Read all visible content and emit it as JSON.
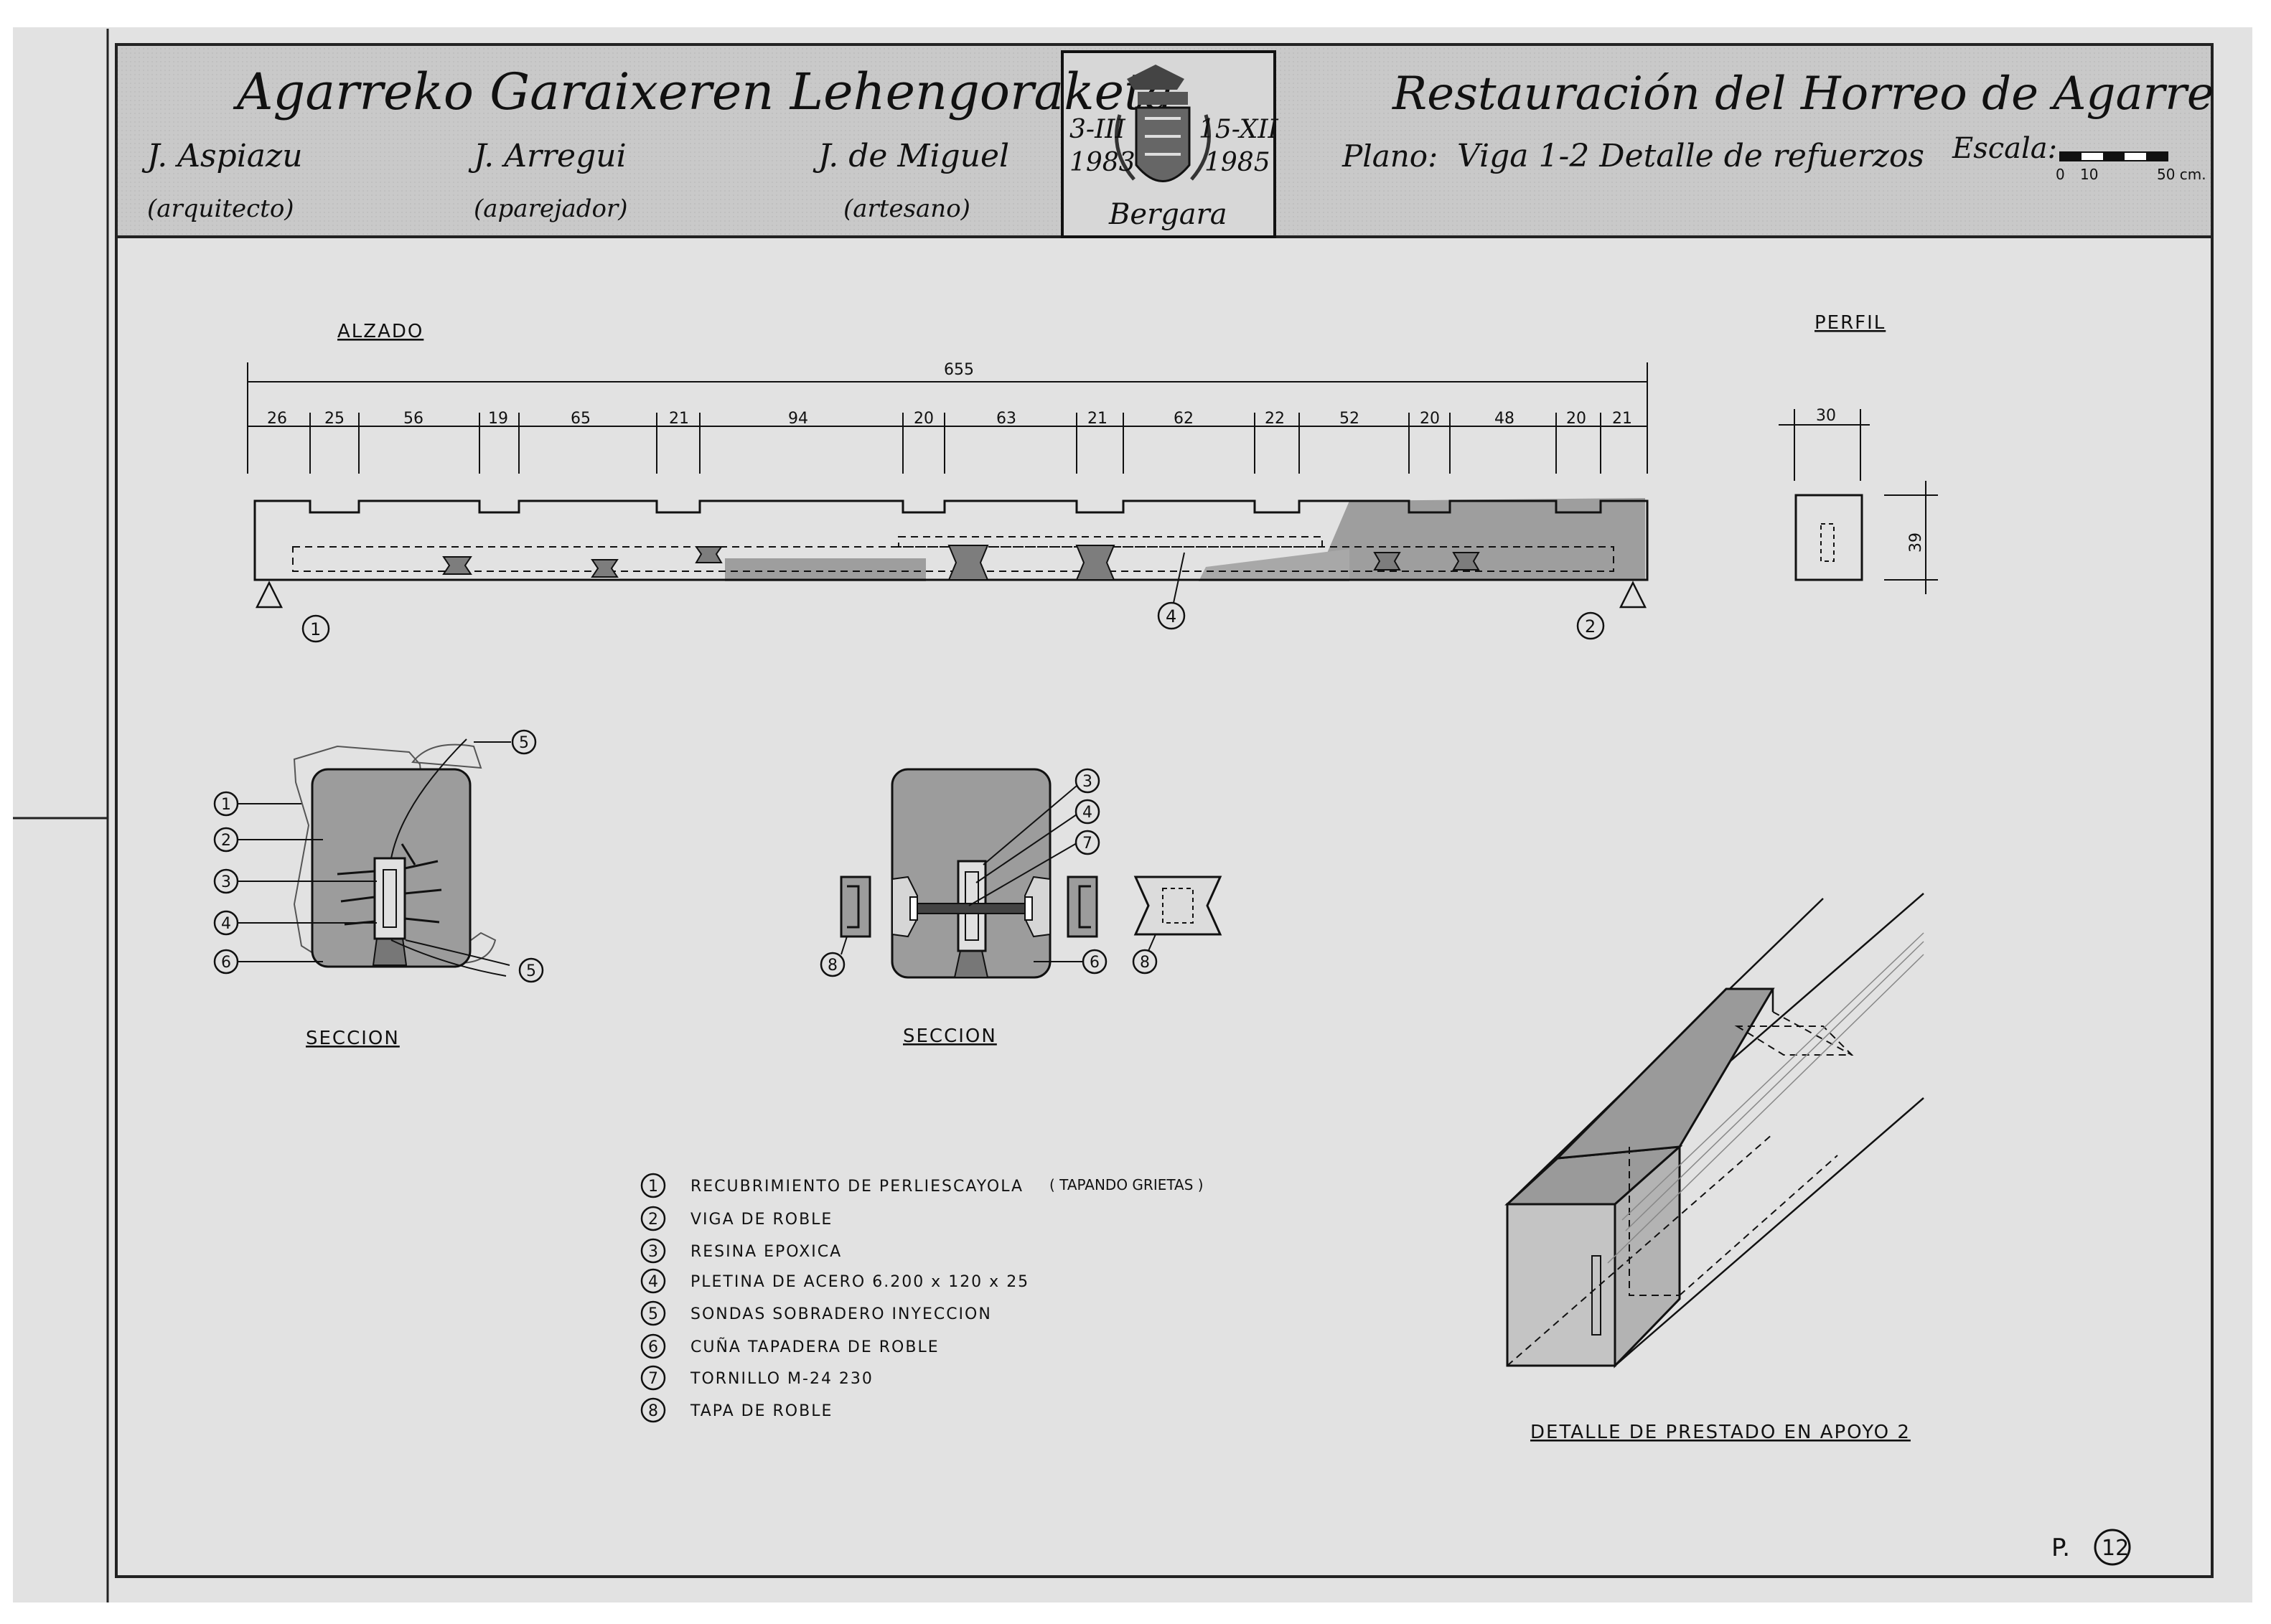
{
  "header": {
    "title_basque": "Agarreko Garaixeren Lehengoraketa",
    "title_spanish": "Restauración del Horreo de Agarre",
    "people": [
      {
        "name": "J. Aspiazu",
        "role": "(arquitecto)"
      },
      {
        "name": "J. Arregui",
        "role": "(aparejador)"
      },
      {
        "name": "J. de Miguel",
        "role": "(artesano)"
      }
    ],
    "seal": {
      "date_start": "3-III",
      "year_start": "1983",
      "date_end": "15-XII",
      "year_end": "1985",
      "place": "Bergara"
    },
    "plano_label": "Plano:",
    "plano_text": "Viga 1-2 Detalle de refuerzos",
    "escala_label": "Escala:",
    "scale_ticks": [
      "0",
      "10",
      "50 cm."
    ]
  },
  "alzado": {
    "title": "ALZADO",
    "total": "655",
    "segments": [
      "26",
      "25",
      "56",
      "19",
      "65",
      "21",
      "94",
      "20",
      "63",
      "21",
      "62",
      "22",
      "52",
      "20",
      "48",
      "20",
      "21"
    ],
    "support_labels": [
      "1",
      "2"
    ],
    "callout": "4"
  },
  "perfil": {
    "title": "PERFIL",
    "width": "30",
    "height": "39"
  },
  "seccion_left": {
    "title": "SECCION",
    "callouts": [
      "1",
      "2",
      "3",
      "4",
      "5",
      "6",
      "5"
    ]
  },
  "seccion_right": {
    "title": "SECCION",
    "callouts": [
      "3",
      "4",
      "7",
      "6",
      "8",
      "8"
    ]
  },
  "legend": [
    {
      "num": "1",
      "text": "RECUBRIMIENTO DE PERLIESCAYOLA",
      "note": "( TAPANDO GRIETAS )"
    },
    {
      "num": "2",
      "text": "VIGA DE ROBLE",
      "note": ""
    },
    {
      "num": "3",
      "text": "RESINA EPOXICA",
      "note": ""
    },
    {
      "num": "4",
      "text": "PLETINA DE ACERO 6.200 x 120 x 25",
      "note": ""
    },
    {
      "num": "5",
      "text": "SONDAS SOBRADERO INYECCION",
      "note": ""
    },
    {
      "num": "6",
      "text": "CUÑA TAPADERA DE ROBLE",
      "note": ""
    },
    {
      "num": "7",
      "text": "TORNILLO M-24 230",
      "note": ""
    },
    {
      "num": "8",
      "text": "TAPA DE ROBLE",
      "note": ""
    }
  ],
  "detail": {
    "title": "DETALLE DE PRESTADO EN APOYO 2"
  },
  "page": {
    "prefix": "P.",
    "number": "12"
  },
  "colors": {
    "paper": "#e4e4e4",
    "header_band": "#cfcfcf",
    "line": "#1a1a1a",
    "hatch": "#9a9a9a"
  }
}
